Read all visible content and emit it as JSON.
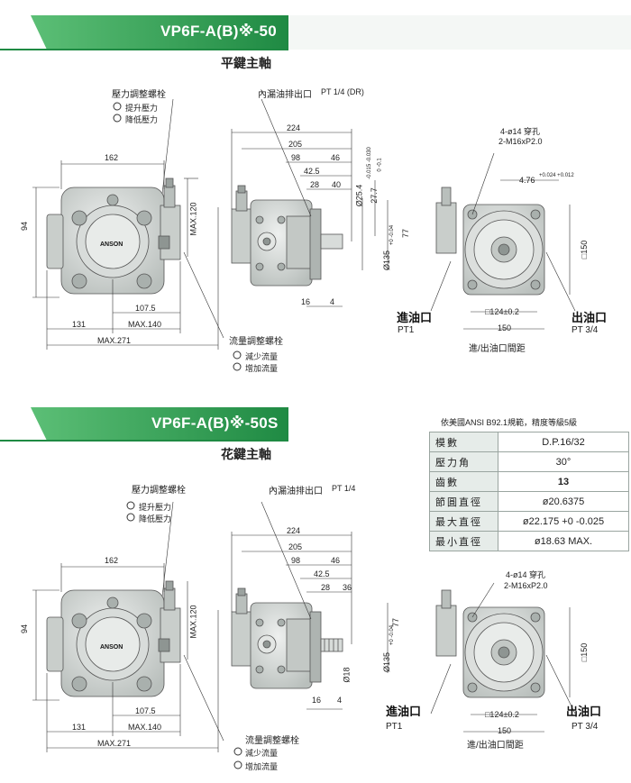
{
  "section1": {
    "model": "VP6F-A(B)※-50",
    "shaft": "平鍵主軸",
    "pressure_screw": "壓力調整螺栓",
    "pressure_up": "提升壓力",
    "pressure_down": "降低壓力",
    "drain": "內漏油排出口",
    "drain_size": "PT 1/4 (DR)",
    "flow_screw": "流量調整螺栓",
    "flow_down": "減少流量",
    "flow_up": "增加流量",
    "dims": {
      "d162": "162",
      "d94": "94",
      "dmax120": "MAX.120",
      "d107": "107.5",
      "d131": "131",
      "dmax140": "MAX.140",
      "dmax271": "MAX.271",
      "d224": "224",
      "d205": "205",
      "d98": "98",
      "d46": "46",
      "d42": "42.5",
      "d28": "28",
      "d40": "40",
      "d16": "16",
      "d4": "4",
      "d25": "Ø25.4",
      "d25tol": "-0.015 -0.030",
      "d27": "27.7",
      "d27tol": "0 -0.1",
      "d77": "77",
      "d135": "Ø135",
      "d135tol": "+0 -0.04",
      "holes": "4-ø14 穿孔",
      "thread": "2-M16xP2.0",
      "d476": "4.76",
      "d476tol": "+0.024 +0.012",
      "d150": "□150",
      "d124": "□124±0.2",
      "d150b": "150"
    },
    "inlet": "進油口",
    "inlet_size": "PT1",
    "outlet": "出油口",
    "outlet_size": "PT 3/4",
    "pitch": "進/出油口間距",
    "brand": "ANSON"
  },
  "section2": {
    "model": "VP6F-A(B)※-50S",
    "shaft": "花鍵主軸",
    "pressure_screw": "壓力調整螺栓",
    "pressure_up": "提升壓力",
    "pressure_down": "降低壓力",
    "drain": "內漏油排出口",
    "drain_size": "PT 1/4",
    "flow_screw": "流量調整螺栓",
    "flow_down": "減少流量",
    "flow_up": "增加流量",
    "dims": {
      "d162": "162",
      "d94": "94",
      "dmax120": "MAX.120",
      "d107": "107.5",
      "d131": "131",
      "dmax140": "MAX.140",
      "dmax271": "MAX.271",
      "d224": "224",
      "d205": "205",
      "d98": "98",
      "d46": "46",
      "d42": "42.5",
      "d28": "28",
      "d36": "36",
      "d16": "16",
      "d4": "4",
      "d77": "77",
      "d135": "Ø135",
      "d135tol": "+0 -0.04",
      "d18": "Ø18",
      "holes": "4-ø14 穿孔",
      "thread": "2-M16xP2.0",
      "d150": "□150",
      "d124": "□124±0.2",
      "d150b": "150"
    },
    "inlet": "進油口",
    "inlet_size": "PT1",
    "outlet": "出油口",
    "outlet_size": "PT 3/4",
    "pitch": "進/出油口間距",
    "brand": "ANSON"
  },
  "spline_table": {
    "caption": "依美國ANSI B92.1規範，精度等級5級",
    "rows": [
      {
        "k": "模數",
        "v": "D.P.16/32"
      },
      {
        "k": "壓力角",
        "v": "30°"
      },
      {
        "k": "齒數",
        "v": "13"
      },
      {
        "k": "節圓直徑",
        "v": "ø20.6375"
      },
      {
        "k": "最大直徑",
        "v": "ø22.175 +0 -0.025"
      },
      {
        "k": "最小直徑",
        "v": "ø18.63 MAX."
      }
    ]
  },
  "colors": {
    "banner_green": "#2e9e4f",
    "banner_dark": "#1d7a3a",
    "pump_body": "#d6dad8",
    "pump_dark": "#9ba29f"
  }
}
